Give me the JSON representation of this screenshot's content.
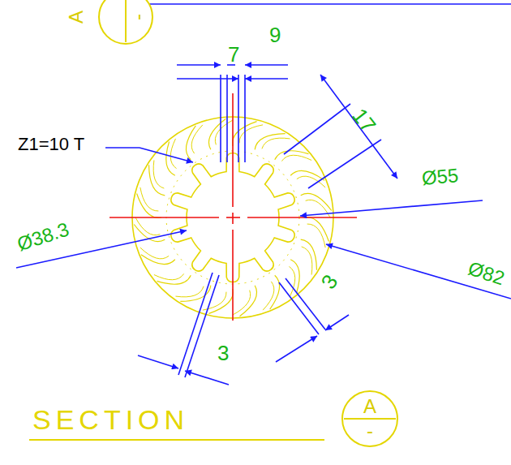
{
  "diagram": {
    "nodes": [
      {
        "text": [
          "A",
          "-"
        ]
      },
      {
        "text": [
          "A",
          "-"
        ]
      }
    ],
    "labels": [
      "Z1=10 T",
      "7",
      "9",
      "17",
      "Ø55",
      "Ø38.3",
      "Ø82",
      "3",
      "3",
      "SECTION"
    ]
  }
}
